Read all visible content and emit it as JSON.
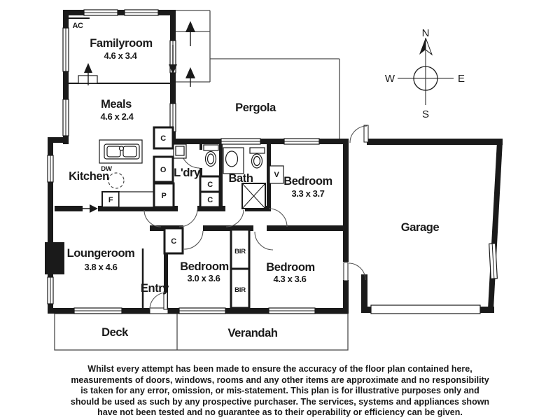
{
  "rooms": {
    "familyroom": {
      "name": "Familyroom",
      "dims": "4.6 x 3.4"
    },
    "meals": {
      "name": "Meals",
      "dims": "4.6 x 2.4"
    },
    "kitchen": {
      "name": "Kitchen"
    },
    "pergola": {
      "name": "Pergola"
    },
    "laundry": {
      "name": "L'dry"
    },
    "bath": {
      "name": "Bath"
    },
    "bedroom1": {
      "name": "Bedroom",
      "dims": "3.3 x 3.7"
    },
    "garage": {
      "name": "Garage"
    },
    "loungeroom": {
      "name": "Loungeroom",
      "dims": "3.8 x 4.6"
    },
    "entry": {
      "name": "Entry"
    },
    "bedroom2": {
      "name": "Bedroom",
      "dims": "3.0 x 3.6"
    },
    "bedroom3": {
      "name": "Bedroom",
      "dims": "4.3 x 3.6"
    },
    "deck": {
      "name": "Deck"
    },
    "verandah": {
      "name": "Verandah"
    }
  },
  "fixtures": {
    "ac": "AC",
    "dishwasher": "DW",
    "fridge": "F",
    "oven": "O",
    "pantry": "P",
    "cupboard": "C",
    "vanity": "V",
    "robe": "BIR"
  },
  "compass": {
    "north": "N",
    "south": "S",
    "east": "E",
    "west": "W"
  },
  "disclaimer": "Whilst every attempt has been made to ensure the accuracy of the floor plan contained here, measurements of doors, windows, rooms and any other items are approximate and no responsibility is taken for any error, omission, or mis-statement. This plan is for illustrative purposes only and should be used as such by any prospective purchaser. The services, systems and appliances shown have not been tested and no guarantee as to their operability or efficiency can be given.",
  "colors": {
    "wall": "#1a1a1a",
    "thin_line": "#4a4a4a",
    "background": "#ffffff"
  }
}
